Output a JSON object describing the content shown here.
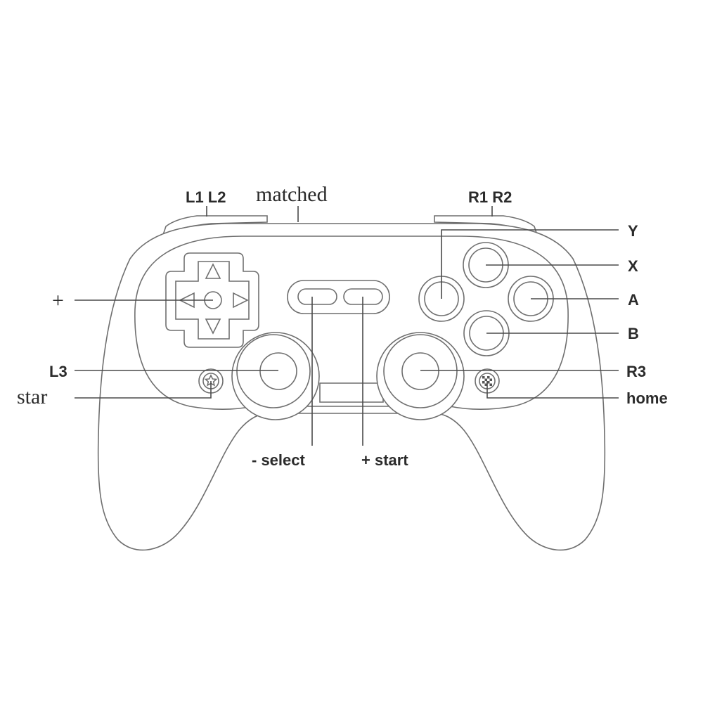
{
  "labels": {
    "l1_l2": "L1 L2",
    "matched": "matched",
    "r1_r2": "R1 R2",
    "y": "Y",
    "x": "X",
    "plus": "+",
    "a": "A",
    "b": "B",
    "l3": "L3",
    "r3": "R3",
    "star": "star",
    "home": "home",
    "select": "- select",
    "start": "+ start"
  },
  "colors": {
    "stroke": "#6f6f6f",
    "leader": "#4a4a4a",
    "text": "#2b2b2b",
    "background": "#ffffff"
  },
  "icons": {
    "dpad_arrows": [
      "triangle-up-icon",
      "triangle-down-icon",
      "triangle-left-icon",
      "triangle-right-icon"
    ],
    "star_button": "star-icon",
    "home_button": "checker-icon"
  }
}
